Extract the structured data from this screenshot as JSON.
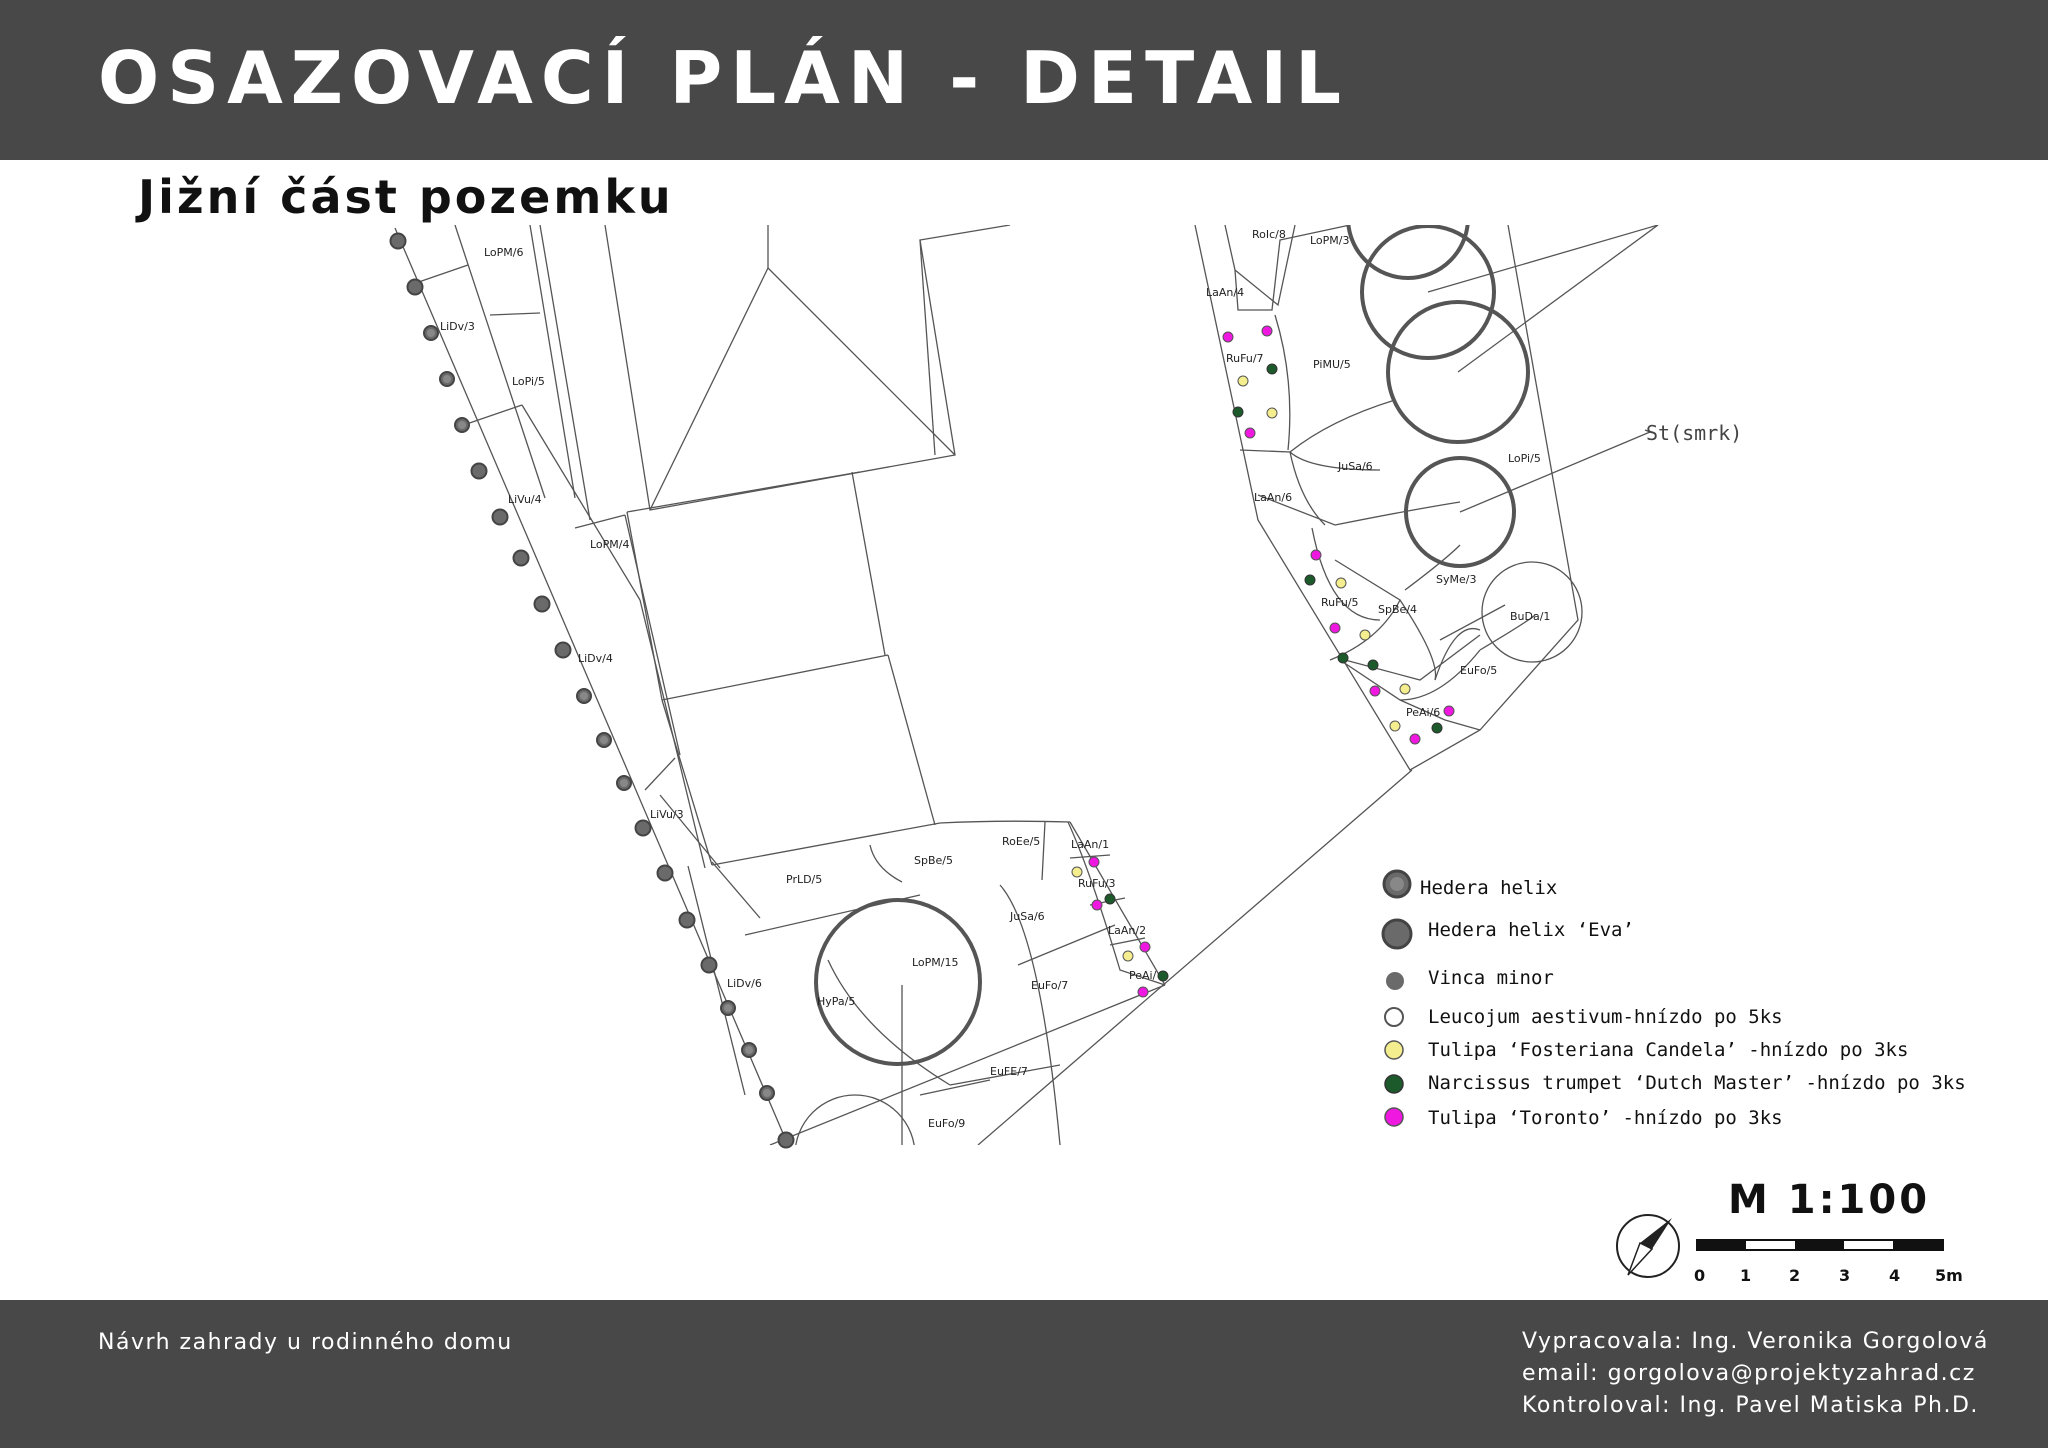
{
  "header": {
    "title": "OSAZOVACÍ PLÁN - DETAIL"
  },
  "subtitle": "Jižní část pozemku",
  "plan_labels": {
    "lopm6": "LoPM/6",
    "lidv3": "LiDv/3",
    "lopi5a": "LoPi/5",
    "livu4": "LiVu/4",
    "lopm4": "LoPM/4",
    "lidv4": "LiDv/4",
    "livu3": "LiVu/3",
    "lidv6": "LiDv/6",
    "prld5": "PrLD/5",
    "spbe5": "SpBe/5",
    "roee5": "RoEe/5",
    "laan1": "LaAn/1",
    "rufu3": "RuFu/3",
    "laan2": "LaAn/2",
    "peai_a": "PeAi/",
    "jusa6a": "JuSa/6",
    "lopm15": "LoPM/15",
    "hypa5": "HyPa/5",
    "eufo7": "EuFo/7",
    "eufe7": "EuFE/7",
    "eufo9": "EuFo/9",
    "roic8": "RoIc/8",
    "lopm3": "LoPM/3",
    "laan4": "LaAn/4",
    "rufu7": "RuFu/7",
    "pimu5": "PiMU/5",
    "jusa6b": "JuSa/6",
    "laan6": "LaAn/6",
    "lopi5b": "LoPi/5",
    "syme3": "SyMe/3",
    "buda1": "BuDa/1",
    "rufu5": "RuFu/5",
    "spbe4": "SpBe/4",
    "eufo5": "EuFo/5",
    "peai6": "PeAi/6",
    "st": "St(smrk)"
  },
  "legend": {
    "items": [
      {
        "symbol": "hedera",
        "label": "Hedera helix"
      },
      {
        "symbol": "hedera-eva",
        "label": "Hedera helix ‘Eva’"
      },
      {
        "symbol": "vinca",
        "label": "Vinca minor"
      },
      {
        "symbol": "leucojum",
        "label": "Leucojum aestivum-hnízdo po 5ks"
      },
      {
        "symbol": "tulipa-fosteriana",
        "label": "Tulipa ‘Fosteriana Candela’ -hnízdo po 3ks"
      },
      {
        "symbol": "narcissus",
        "label": "Narcissus trumpet ‘Dutch Master’ -hnízdo po 3ks"
      },
      {
        "symbol": "tulipa-toronto",
        "label": "Tulipa ‘Toronto’ -hnízdo po 3ks"
      }
    ],
    "colors": {
      "yellow": "#f5ee8e",
      "green": "#1c5a2c",
      "magenta": "#ee18e0",
      "grey": "#6a6a6a"
    }
  },
  "scale": {
    "label": "M 1:100",
    "ticks": [
      "0",
      "1",
      "2",
      "3",
      "4",
      "5m"
    ]
  },
  "footer": {
    "left": "Návrh zahrady u rodinného domu",
    "right": [
      "Vypracovala: Ing. Veronika Gorgolová",
      "email: gorgolova@projektyzahrad.cz",
      "Kontroloval: Ing. Pavel Matiska Ph.D."
    ]
  }
}
